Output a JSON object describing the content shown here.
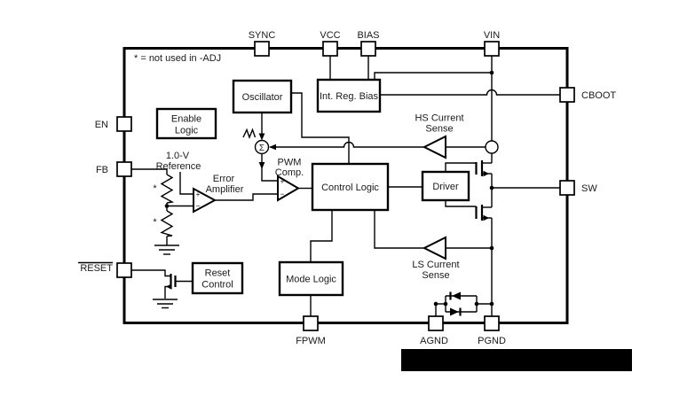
{
  "diagram": {
    "note": "* = not used in -ADJ",
    "pins": {
      "sync": "SYNC",
      "vcc": "VCC",
      "bias": "BIAS",
      "vin": "VIN",
      "cboot": "CBOOT",
      "sw": "SW",
      "en": "EN",
      "fb": "FB",
      "reset": "RESET",
      "fpwm": "FPWM",
      "agnd": "AGND",
      "pgnd": "PGND"
    },
    "blocks": {
      "enable_logic": [
        "Enable",
        "Logic"
      ],
      "oscillator": "Oscillator",
      "int_reg_bias": "Int. Reg. Bias",
      "control_logic": "Control Logic",
      "driver": "Driver",
      "mode_logic": "Mode Logic",
      "reset_control": [
        "Reset",
        "Control"
      ]
    },
    "labels": {
      "reference": [
        "1.0-V",
        "Reference"
      ],
      "error_amp": [
        "Error",
        "Amplifier"
      ],
      "pwm_comp": [
        "PWM",
        "Comp."
      ],
      "hs_sense": [
        "HS Current",
        "Sense"
      ],
      "ls_sense": [
        "LS Current",
        "Sense"
      ],
      "sigma": "Σ",
      "asterisk": "*",
      "plus": "+",
      "minus": "−"
    },
    "colors": {
      "line": "#000000",
      "background": "#ffffff",
      "redaction": "#000000"
    }
  }
}
